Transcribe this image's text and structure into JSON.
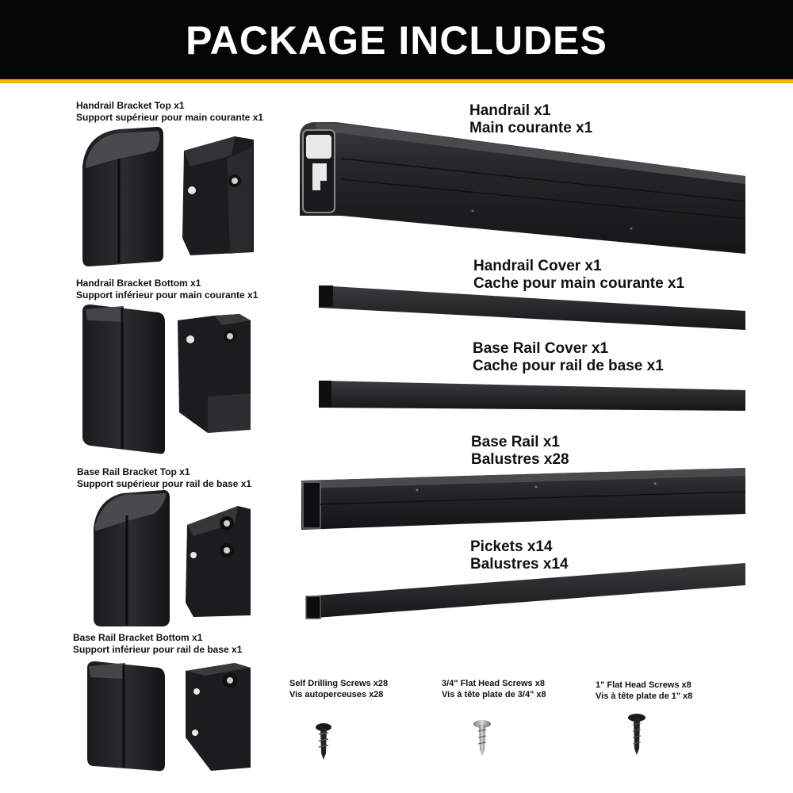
{
  "header": {
    "title": "PACKAGE INCLUDES",
    "background": "#050505",
    "accent": "#f2b705"
  },
  "brackets": [
    {
      "name_en": "Handrail Bracket Top x1",
      "name_fr": "Support supérieur pour main courante x1"
    },
    {
      "name_en": "Handrail Bracket Bottom x1",
      "name_fr": "Support inférieur pour main courante x1"
    },
    {
      "name_en": "Base Rail Bracket Top x1",
      "name_fr": "Support supérieur pour rail de base x1"
    },
    {
      "name_en": "Base Rail Bracket Bottom x1",
      "name_fr": "Support inférieur pour rail de base x1"
    }
  ],
  "rails": [
    {
      "name_en": "Handrail x1",
      "name_fr": "Main courante x1"
    },
    {
      "name_en": "Handrail Cover x1",
      "name_fr": "Cache pour main courante x1"
    },
    {
      "name_en": "Base Rail Cover x1",
      "name_fr": "Cache pour rail de base x1"
    },
    {
      "name_en": "Base Rail x1",
      "name_fr": "Balustres x28"
    },
    {
      "name_en": "Pickets x14",
      "name_fr": "Balustres x14"
    }
  ],
  "screws": [
    {
      "name_en": "Self Drilling Screws x28",
      "name_fr": "Vis autoperceuses x28"
    },
    {
      "name_en": "3/4\" Flat Head Screws x8",
      "name_fr": "Vis à tête plate de 3/4\" x8"
    },
    {
      "name_en": "1\" Flat Head Screws x8",
      "name_fr": "Vis à tête plate de 1\" x8"
    }
  ]
}
